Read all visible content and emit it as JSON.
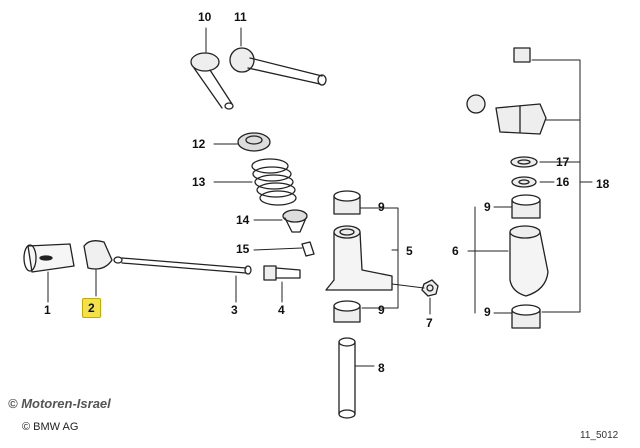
{
  "callouts": {
    "c1": "1",
    "c2": "2",
    "c3": "3",
    "c4": "4",
    "c5": "5",
    "c6": "6",
    "c7": "7",
    "c8": "8",
    "c9a": "9",
    "c9b": "9",
    "c9c": "9",
    "c9d": "9",
    "c10": "10",
    "c11": "11",
    "c12": "12",
    "c13": "13",
    "c14": "14",
    "c15": "15",
    "c16": "16",
    "c17": "17",
    "c18": "18"
  },
  "highlighted_callout": "2",
  "highlight_color": "#f2e24a",
  "footer": {
    "watermark": "© Motoren-Israel",
    "copyright": "© BMW AG",
    "diagram_id": "11_5012"
  }
}
